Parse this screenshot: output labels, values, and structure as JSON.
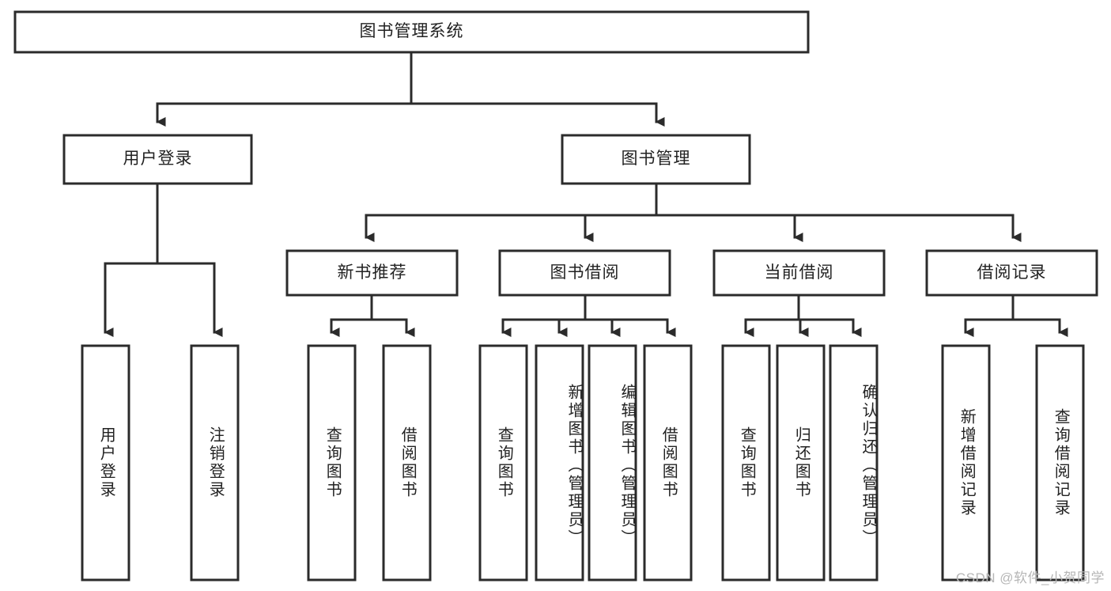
{
  "diagram": {
    "title": "图书管理系统",
    "watermark": "CSDN @软件_小贺同学",
    "type": "tree-hierarchy-chart",
    "colors": {
      "stroke": "#2b2b2b",
      "fill": "#ffffff",
      "text": "#222222",
      "watermark": "#b6b6b6"
    },
    "root": {
      "label": "图书管理系统"
    },
    "level1": [
      {
        "label": "用户登录"
      },
      {
        "label": "图书管理"
      }
    ],
    "level2": [
      {
        "label": "新书推荐"
      },
      {
        "label": "图书借阅"
      },
      {
        "label": "当前借阅"
      },
      {
        "label": "借阅记录"
      }
    ],
    "leaves": {
      "user_login": [
        {
          "label": "用户登录"
        },
        {
          "label": "注销登录"
        }
      ],
      "new_book_recommend": [
        {
          "label": "查询图书"
        },
        {
          "label": "借阅图书"
        }
      ],
      "book_borrow": [
        {
          "label": "查询图书"
        },
        {
          "label": "新增图书（管理员）"
        },
        {
          "label": "编辑图书（管理员）"
        },
        {
          "label": "借阅图书"
        }
      ],
      "current_borrow": [
        {
          "label": "查询图书"
        },
        {
          "label": "归还图书"
        },
        {
          "label": "确认归还（管理员）"
        }
      ],
      "borrow_record": [
        {
          "label": "新增借阅记录"
        },
        {
          "label": "查询借阅记录"
        }
      ]
    }
  }
}
